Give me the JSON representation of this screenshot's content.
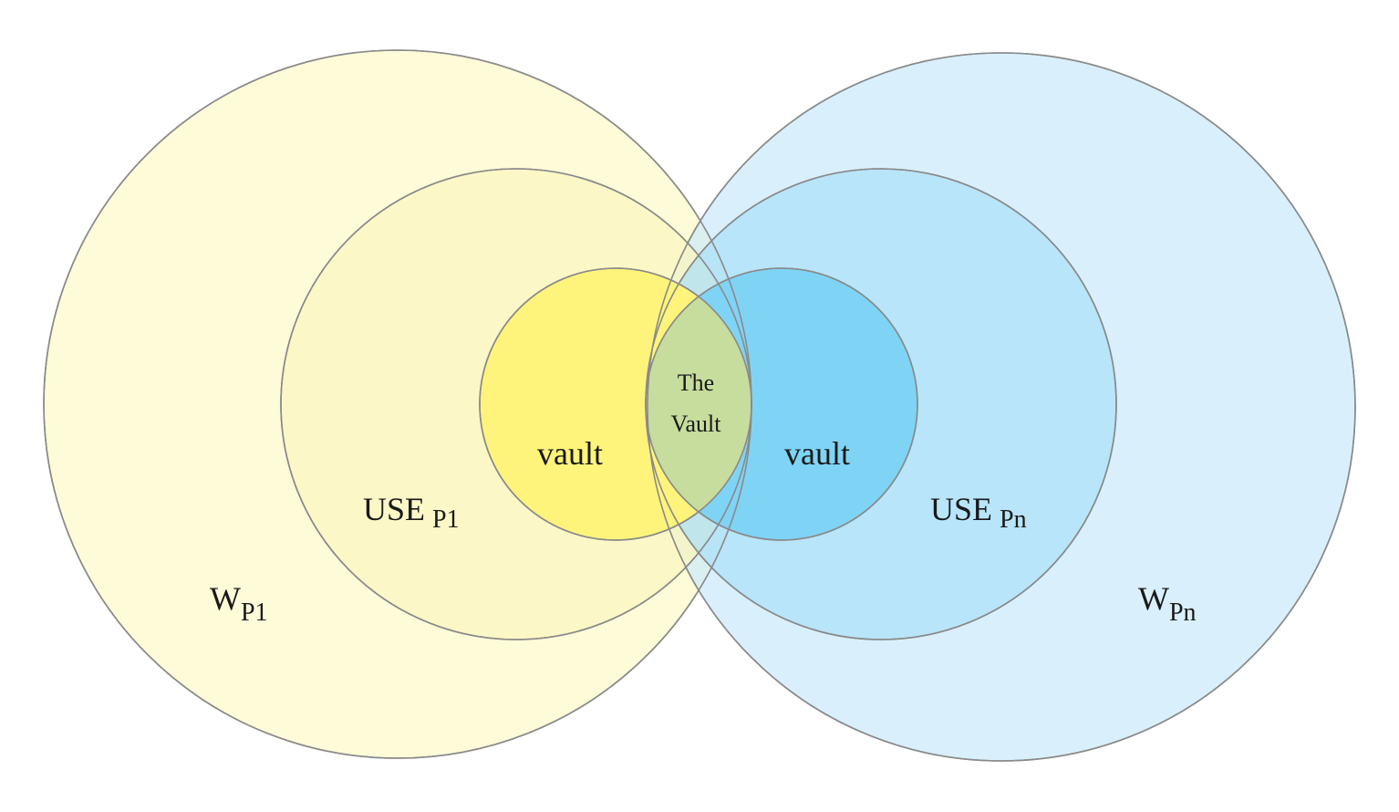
{
  "diagram": {
    "left": {
      "world_label": "W",
      "world_sub": "P1",
      "use_label": "USE",
      "use_sub": "P1",
      "vault_label": "vault",
      "colors": {
        "world": "#fdfbd8",
        "use": "#fcf8c6",
        "vault": "#fff47b"
      }
    },
    "right": {
      "world_label": "W",
      "world_sub": "Pn",
      "use_label": "USE",
      "use_sub": "Pn",
      "vault_label": "vault",
      "colors": {
        "world": "#daf1fc",
        "use": "#b7e5fa",
        "vault": "#7fd4f6"
      }
    },
    "center": {
      "line1": "The",
      "line2": "Vault",
      "color": "#c7dd9d"
    },
    "outline_color": "#8a8a8a"
  }
}
